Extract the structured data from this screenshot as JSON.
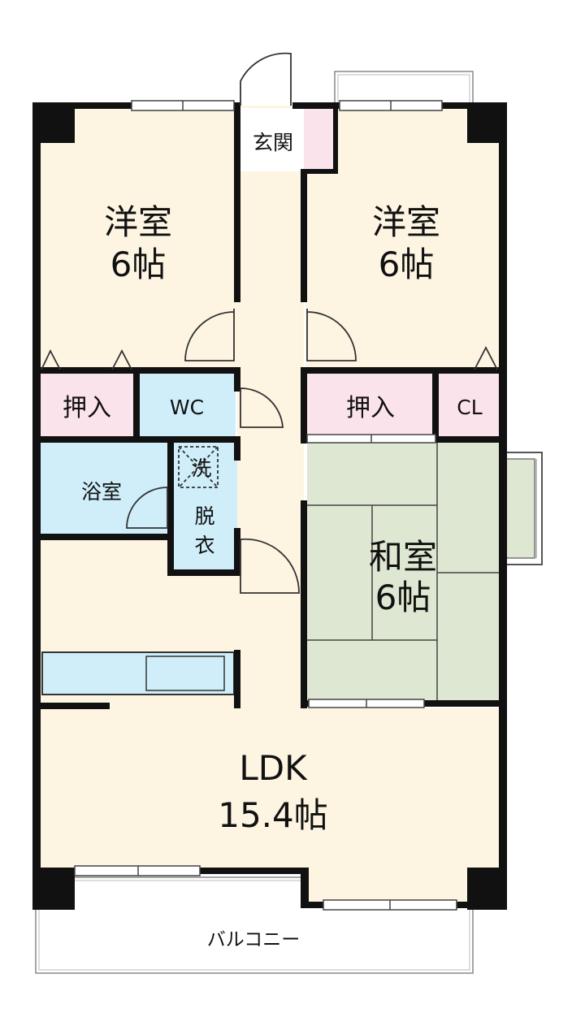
{
  "rooms": {
    "western_left": {
      "name": "洋室",
      "size": "6帖"
    },
    "western_right": {
      "name": "洋室",
      "size": "6帖"
    },
    "entrance": {
      "name": "玄関"
    },
    "closet_left": {
      "name": "押入"
    },
    "wc": {
      "name": "WC"
    },
    "closet_right": {
      "name": "押入"
    },
    "cl": {
      "name": "CL"
    },
    "bath": {
      "name": "浴室"
    },
    "wash": {
      "name": "洗"
    },
    "dressing": {
      "line1": "脱",
      "line2": "衣"
    },
    "japanese": {
      "name": "和室",
      "size": "6帖"
    },
    "ldk": {
      "name": "LDK",
      "size": "15.4帖"
    },
    "balcony": {
      "name": "バルコニー"
    }
  },
  "colors": {
    "floor": "#fdf5e2",
    "wet_area": "#cfeefa",
    "storage": "#fbe3ec",
    "tatami": "#dde7d1",
    "wall": "#111111"
  }
}
